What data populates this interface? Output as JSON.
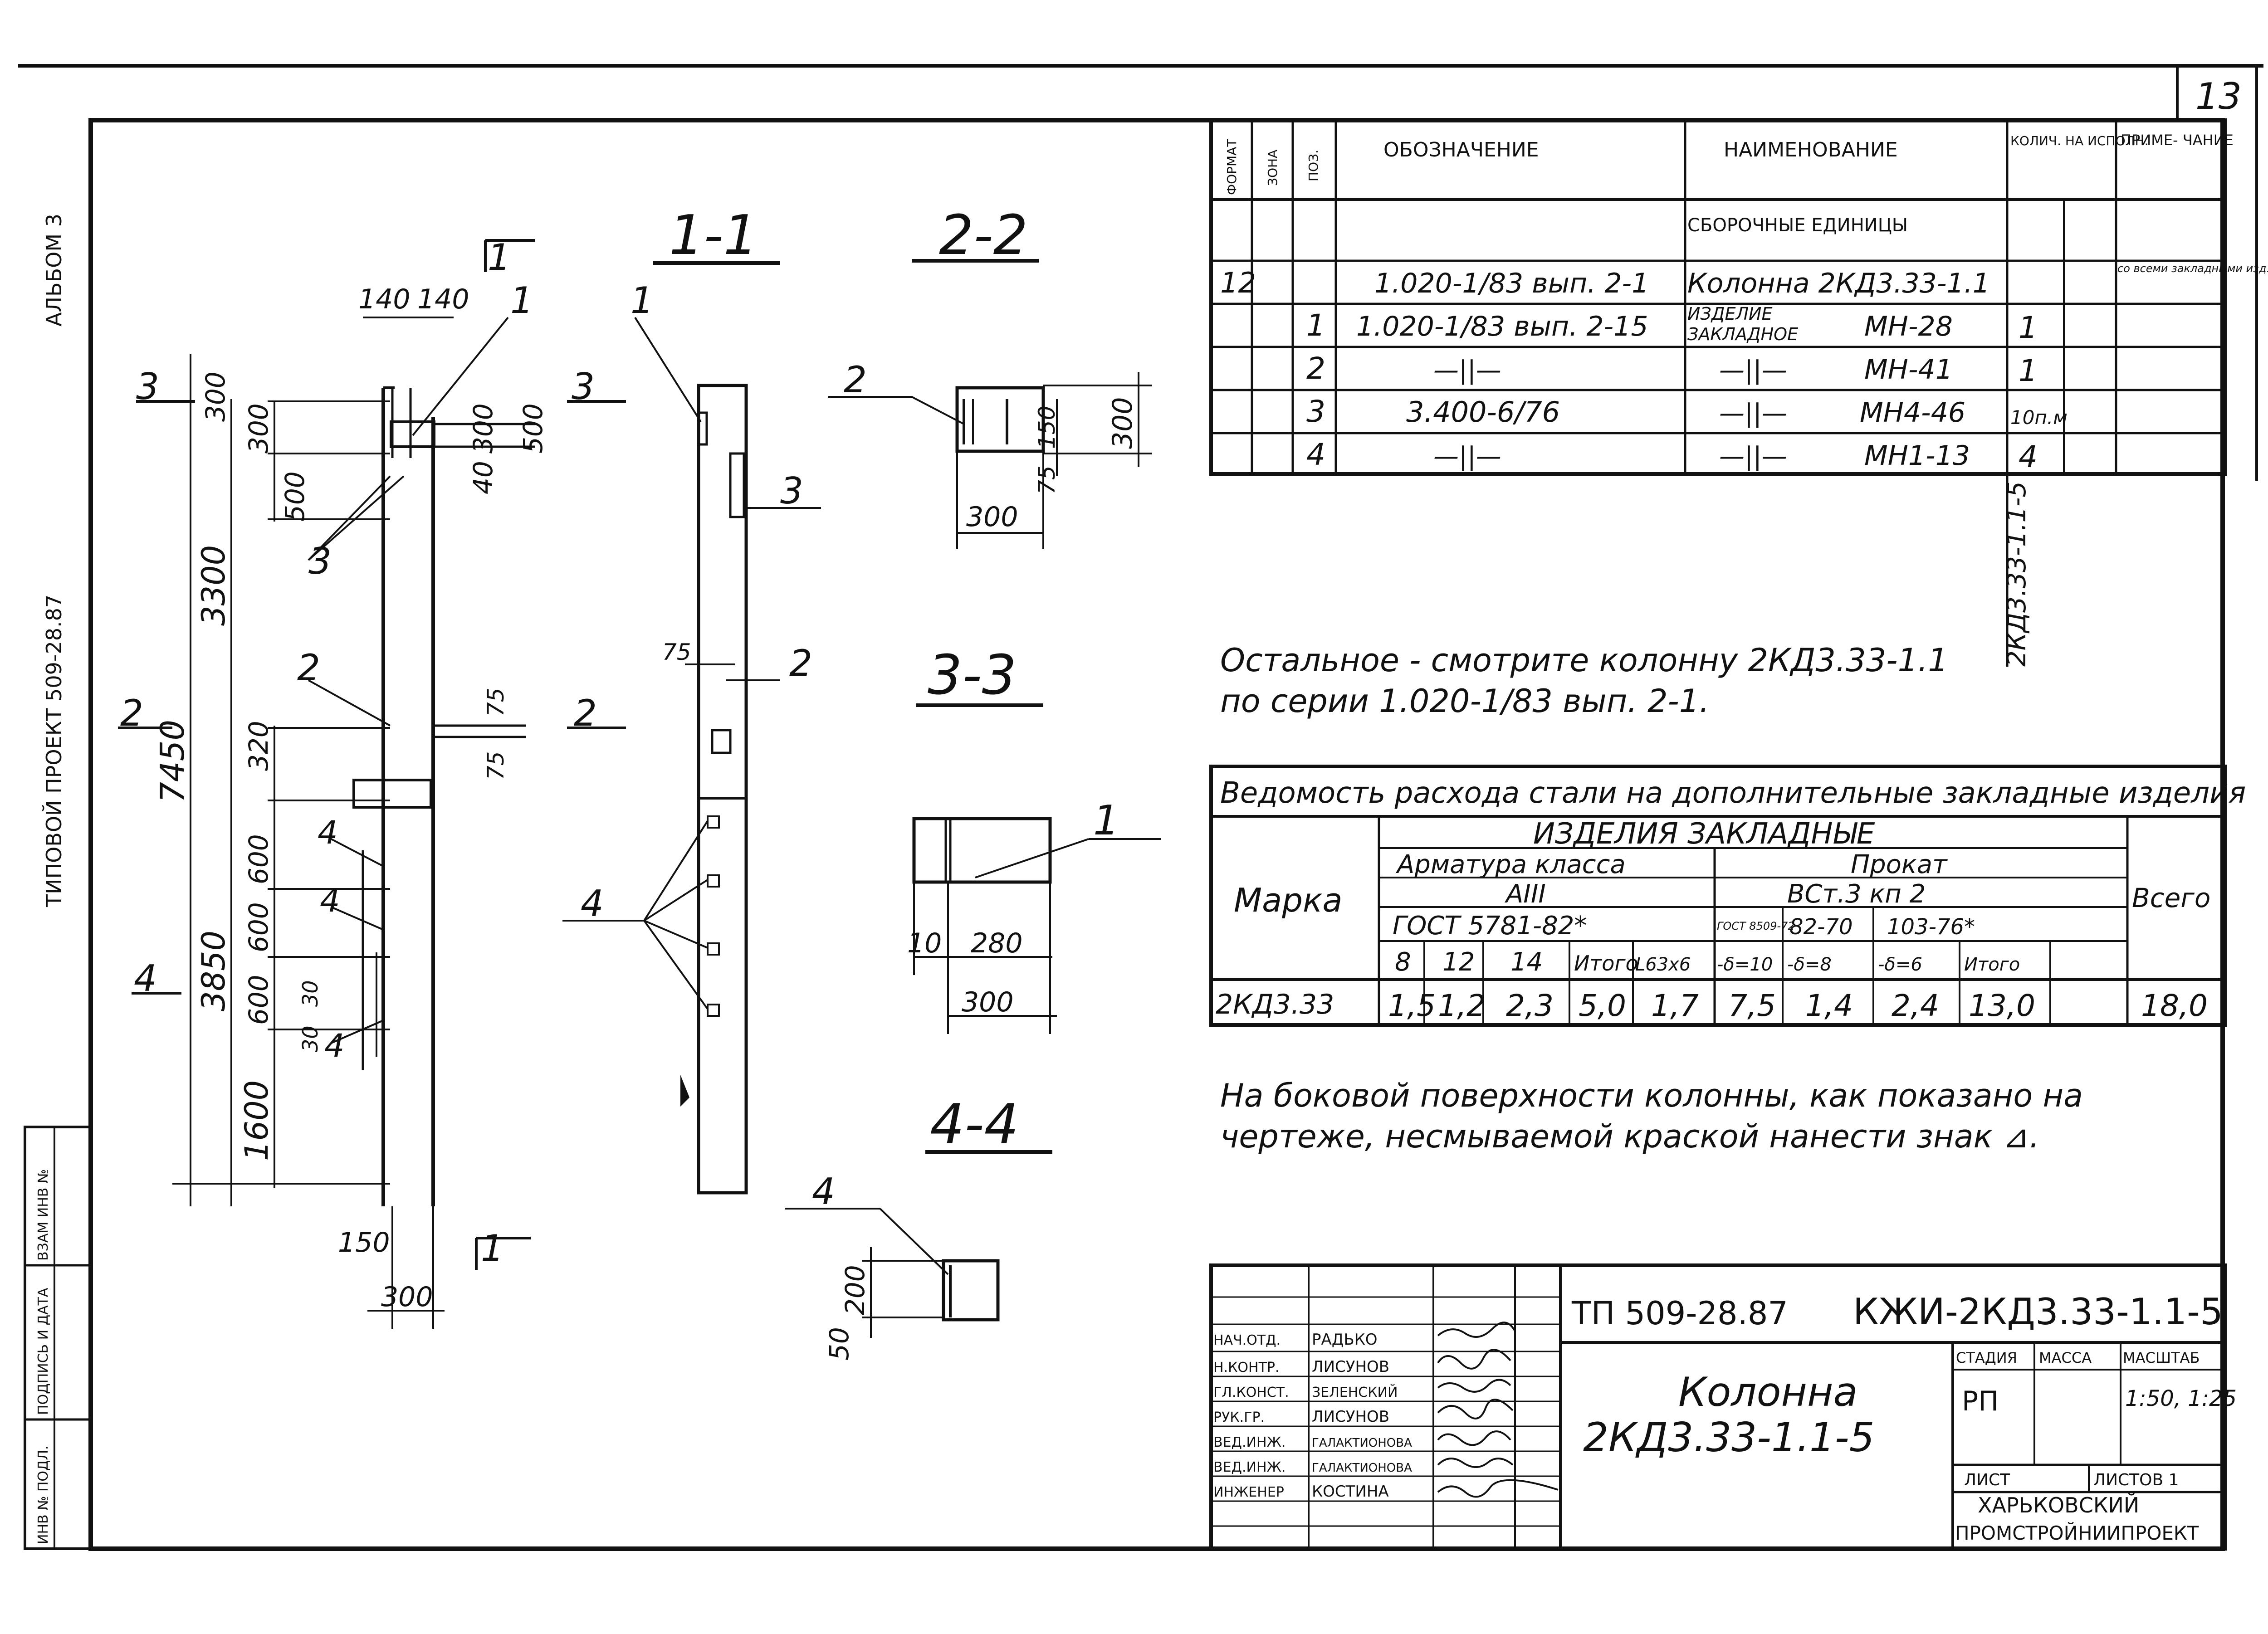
{
  "sheet": {
    "page_number": "13",
    "album": "АЛЬБОМ 3",
    "project_vertical": "ТИПОВОЙ ПРОЕКТ 509-28.87"
  },
  "side_stamp": {
    "col1": "ИНВ № ПОДЛ.",
    "col2": "ПОДПИСЬ И ДАТА",
    "col3": "ВЗАМ ИНВ №"
  },
  "views": {
    "main": {
      "section_label": "1",
      "dims": [
        "140",
        "140",
        "300",
        "300",
        "500",
        "500",
        "300",
        "40",
        "3300",
        "7450",
        "320",
        "75",
        "75",
        "3850",
        "600",
        "600",
        "600",
        "1600",
        "30",
        "30",
        "150",
        "300"
      ],
      "callouts": [
        "1",
        "3",
        "2",
        "4",
        "4",
        "4"
      ],
      "cut_marks": [
        "3",
        "3",
        "2",
        "2",
        "4"
      ],
      "bottom_label": "1"
    },
    "section_1_1": {
      "title": "1-1",
      "callouts": [
        "1",
        "3",
        "2",
        "4"
      ],
      "dims": [
        "75"
      ]
    },
    "section_2_2": {
      "title": "2-2",
      "callout": "2",
      "dims": [
        "150",
        "75",
        "300",
        "300"
      ]
    },
    "section_3_3": {
      "title": "3-3",
      "callout": "1",
      "dims": [
        "10",
        "280",
        "300"
      ]
    },
    "section_4_4": {
      "title": "4-4",
      "callout": "4",
      "dims": [
        "50",
        "200"
      ]
    }
  },
  "spec_table": {
    "headers": [
      "ФОРМАТ",
      "ЗОНА",
      "ПОЗ.",
      "ОБОЗНАЧЕНИЕ",
      "НАИМЕНОВАНИЕ",
      "КОЛИЧ. НА ИСПОЛН.",
      "ПРИМЕ- ЧАНИЕ"
    ],
    "section_title": "СБОРОЧНЫЕ ЕДИНИЦЫ",
    "rows": [
      {
        "format": "12",
        "zone": "",
        "pos": "",
        "designation": "1.020-1/83 вып. 2-1",
        "name": "Колонна 2КД3.33-1.1",
        "qty": "",
        "note": "со всеми закладными изд."
      },
      {
        "format": "",
        "zone": "",
        "pos": "1",
        "designation": "1.020-1/83 вып. 2-15",
        "name_top": "ИЗДЕЛИЕ",
        "name_bottom": "ЗАКЛАДНОЕ",
        "mark": "МН-28",
        "qty": "1",
        "note": ""
      },
      {
        "format": "",
        "zone": "",
        "pos": "2",
        "designation": "—||—",
        "name": "—||—",
        "mark": "МН-41",
        "qty": "1",
        "note": ""
      },
      {
        "format": "",
        "zone": "",
        "pos": "3",
        "designation": "3.400-6/76",
        "name": "—||—",
        "mark": "МН4-46",
        "qty": "10п.м",
        "note": ""
      },
      {
        "format": "",
        "zone": "",
        "pos": "4",
        "designation": "—||—",
        "name": "—||—",
        "mark": "МН1-13",
        "qty": "4",
        "note": ""
      }
    ],
    "column_mark": "2КД3.33-1.1-5"
  },
  "note_1": {
    "line1": "Остальное - смотрите колонну 2КД3.33-1.1",
    "line2": "по серии 1.020-1/83 вып. 2-1."
  },
  "steel_table": {
    "title": "Ведомость расхода стали на дополнительные закладные изделия",
    "group": "ИЗДЕЛИЯ ЗАКЛАДНЫЕ",
    "mark_header": "Марка",
    "total_header": "Всего",
    "rebar_header": "Арматура класса",
    "rebar_class": "АIII",
    "rebar_gost": "ГОСТ 5781-82*",
    "rolled_header": "Прокат",
    "rolled_grade": "ВСт.3 кп 2",
    "rolled_gost1": "ГОСТ 8509-72",
    "rolled_gost2": "82-70",
    "rolled_gost3": "103-76*",
    "cols": [
      "8",
      "12",
      "14",
      "Итого",
      "L63х6",
      "-δ=10",
      "-δ=8",
      "-δ=6",
      "Итого"
    ],
    "row": {
      "mark": "2КД3.33",
      "values": [
        "1,5",
        "1,2",
        "2,3",
        "5,0",
        "1,7",
        "7,5",
        "1,4",
        "2,4",
        "13,0"
      ],
      "total": "18,0"
    }
  },
  "note_2": {
    "line1": "На боковой поверхности колонны, как показано на",
    "line2": "чертеже, несмываемой краской нанести знак ⊿."
  },
  "title_block": {
    "doc_number": "ТП 509-28.87",
    "code": "КЖИ-2КД3.33-1.1-5",
    "name_line1": "Колонна",
    "name_line2": "2КД3.33-1.1-5",
    "stage_label": "СТАДИЯ",
    "mass_label": "МАССА",
    "scale_label": "МАСШТАБ",
    "stage": "РП",
    "scale": "1:50, 1:25",
    "sheet_label": "ЛИСТ",
    "sheets_label": "ЛИСТОВ 1",
    "org_line1": "ХАРЬКОВСКИЙ",
    "org_line2": "ПРОМСТРОЙНИИПРОЕКТ",
    "signatures": [
      {
        "role": "НАЧ.ОТД.",
        "name": "РАДЬКО"
      },
      {
        "role": "Н.КОНТР.",
        "name": "ЛИСУНОВ"
      },
      {
        "role": "ГЛ.КОНСТ.",
        "name": "ЗЕЛЕНСКИЙ"
      },
      {
        "role": "РУК.ГР.",
        "name": "ЛИСУНОВ"
      },
      {
        "role": "ВЕД.ИНЖ.",
        "name": "ГАЛАКТИОНОВА"
      },
      {
        "role": "ВЕД.ИНЖ.",
        "name": "ГАЛАКТИОНОВА"
      },
      {
        "role": "ИНЖЕНЕР",
        "name": "КОСТИНА"
      }
    ]
  }
}
